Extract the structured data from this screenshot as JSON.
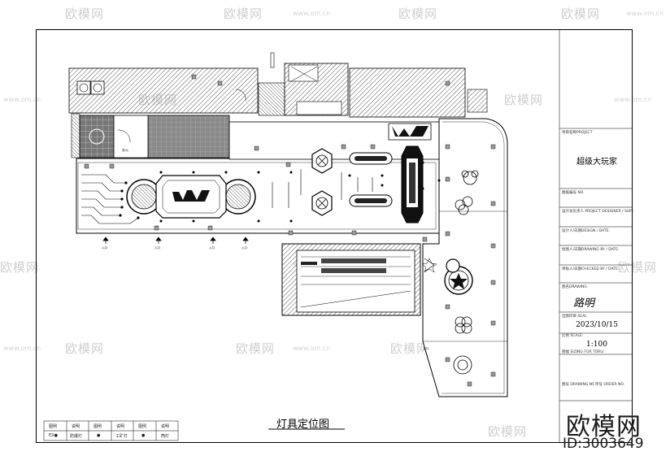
{
  "watermark": {
    "brand": "欧模网",
    "url": "www.om.cn"
  },
  "title_block": {
    "project_label": "项目名称PROJECT",
    "project_name": "超级大玩家",
    "drawing_no_label": "图纸编号 NO.",
    "main_designer": "设计总负责人 PROJECT DESIGNER / SUPE",
    "designer": "设计人/日期DESIGN / DATE:",
    "drafter": "绘图人/日期DRAWING BY / DATE:",
    "checker": "审核人/日期CHECKED BY / DATE:",
    "drawing_name": "图名DRAWING",
    "seal_label": "出图印章 SEAL",
    "date": "2023/10/15",
    "scale_label": "比例 SCALE:",
    "scale": "1:100",
    "paper_label": "图幅 SIZING FOR TORU:",
    "drawing_code": "图号 DRAWING NO.",
    "sheet_no": "序号 ORDER NO.",
    "signature": "路明"
  },
  "drawing_title": "灯具定位图",
  "legend": {
    "headers": [
      "图例",
      "说明",
      "图例",
      "说明",
      "图例",
      "说明"
    ],
    "items": [
      "防爆灯",
      "工矿灯",
      "筒灯"
    ],
    "symbols": [
      "EX●",
      "●",
      "●"
    ]
  },
  "plan_labels": {
    "entrance": "入口",
    "room": "办公"
  },
  "big_watermark": {
    "brand": "欧模网",
    "id": "ID:3003649"
  }
}
